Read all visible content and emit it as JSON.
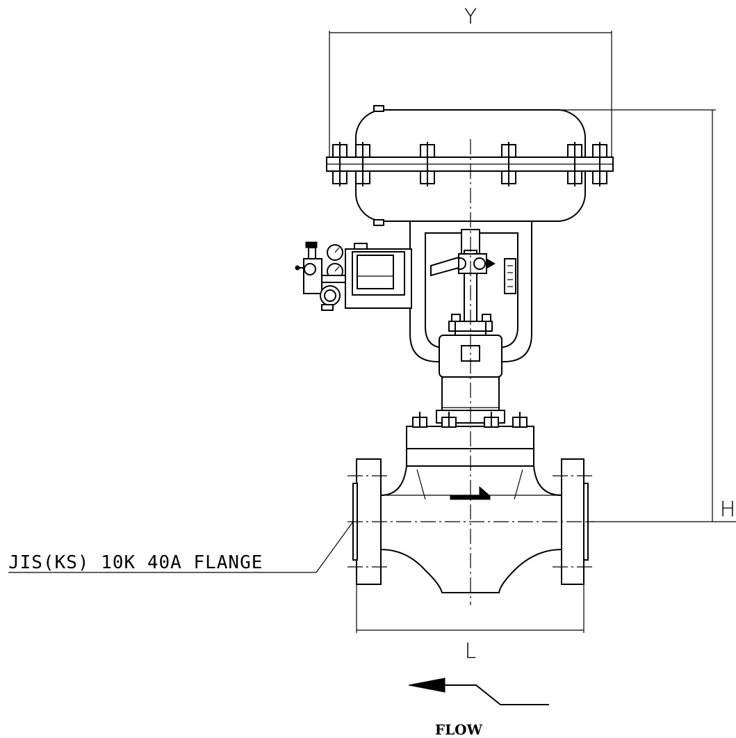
{
  "dimensions": {
    "width_label": "Y",
    "height_label": "H",
    "length_label": "L"
  },
  "flange_label": "JIS(KS) 10K 40A FLANGE",
  "flow_label": "FLOW",
  "colors": {
    "line": "#000000",
    "background": "#ffffff"
  }
}
